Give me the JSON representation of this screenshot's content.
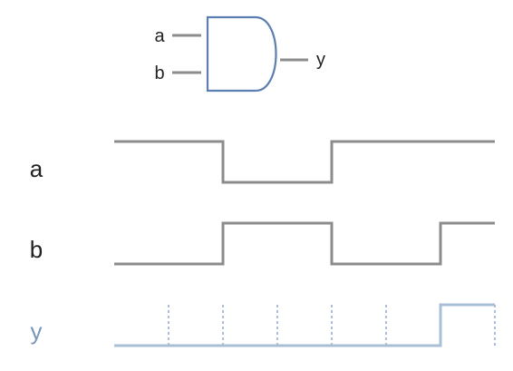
{
  "gate": {
    "type": "AND",
    "inputs": [
      "a",
      "b"
    ],
    "output": "y",
    "outline_color": "#5b7fb0"
  },
  "timing": {
    "time_steps": 7,
    "signals": [
      {
        "name": "a",
        "levels": [
          1,
          1,
          0,
          0,
          1,
          1,
          1
        ],
        "color": "#8c8c8c"
      },
      {
        "name": "b",
        "levels": [
          0,
          0,
          1,
          1,
          0,
          0,
          1
        ],
        "color": "#8c8c8c"
      },
      {
        "name": "y",
        "levels": [
          0,
          0,
          0,
          0,
          0,
          0,
          1
        ],
        "color": "#a9bfd8",
        "style": "output"
      }
    ],
    "guide_lines": "dashed",
    "guide_color": "#5b7fb0"
  }
}
